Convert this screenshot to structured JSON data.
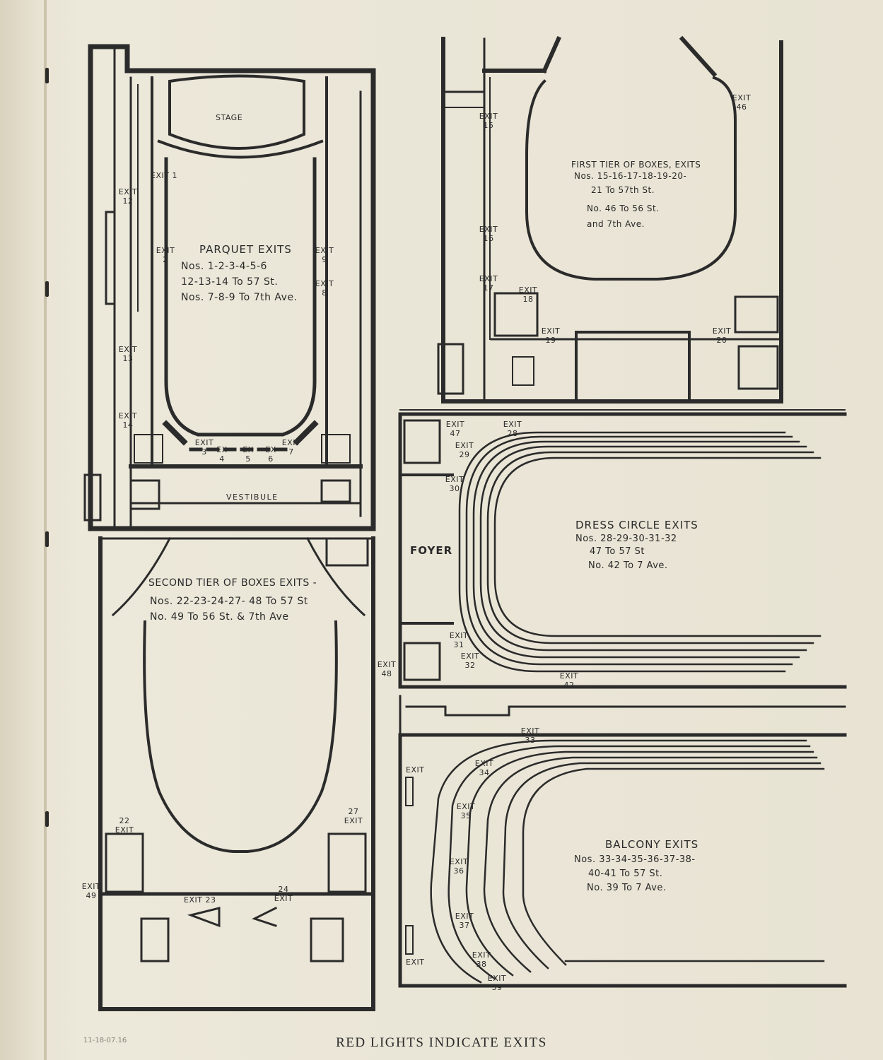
{
  "footer": "RED LIGHTS INDICATE EXITS",
  "pencil_note": "11-18-07.16",
  "parquet": {
    "stage": "STAGE",
    "vestibule": "VESTIBULE",
    "title": "PARQUET EXITS",
    "line1": "Nos. 1-2-3-4-5-6",
    "line2": "12-13-14 To 57 St.",
    "line3": "Nos. 7-8-9 To 7th Ave.",
    "exits": {
      "e1": "EXIT 1",
      "e2": "EXIT 2",
      "e3": "EXIT 3",
      "e4": "EX 4",
      "e5": "EX 5",
      "e6": "EX 6",
      "e7": "EXIT 7",
      "e8": "EXIT 8",
      "e9": "EXIT 9",
      "e12": "EXIT 12",
      "e13": "EXIT 13",
      "e14": "EXIT 14"
    }
  },
  "first_tier": {
    "line1": "FIRST TIER OF BOXES, EXITS",
    "line2": "Nos. 15-16-17-18-19-20-",
    "line3": "21 To 57th St.",
    "line4": "No. 46 To 56 St.",
    "line5": "and 7th Ave.",
    "exits": {
      "e15": "EXIT 15",
      "e16": "EXIT 16",
      "e17": "EXIT 17",
      "e18": "EXIT 18",
      "e19": "EXIT 19",
      "e20": "EXIT 20",
      "e46": "EXIT 46"
    }
  },
  "second_tier": {
    "line1": "SECOND TIER OF BOXES EXITS -",
    "line2": "Nos. 22-23-24-27- 48 To 57 St",
    "line3": "No. 49 To 56 St. & 7th Ave",
    "exits": {
      "e22": "22 EXIT",
      "e23": "EXIT 23",
      "e24": "24 EXIT",
      "e27": "27 EXIT",
      "e48": "EXIT 48",
      "e49": "EXIT 49"
    }
  },
  "dress_circle": {
    "foyer": "FOYER",
    "line1": "DRESS CIRCLE EXITS",
    "line2": "Nos. 28-29-30-31-32",
    "line3": "47 To 57 St",
    "line4": "No. 42 To 7 Ave.",
    "exits": {
      "e28": "EXIT 28",
      "e29": "EXIT 29",
      "e30": "EXIT 30",
      "e31": "EXIT 31",
      "e32": "EXIT 32",
      "e42": "EXIT 42",
      "e47": "EXIT 47"
    }
  },
  "balcony": {
    "line1": "BALCONY EXITS",
    "line2": "Nos. 33-34-35-36-37-38-",
    "line3": "40-41 To 57 St.",
    "line4": "No. 39 To 7 Ave.",
    "exits": {
      "e33": "EXIT 33",
      "e34": "EXIT 34",
      "e35": "EXIT 35",
      "e36": "EXIT 36",
      "e37": "EXIT 37",
      "e38": "EXIT 38",
      "e39": "EXIT 39",
      "e40": "EXIT",
      "e41": "EXIT"
    }
  }
}
